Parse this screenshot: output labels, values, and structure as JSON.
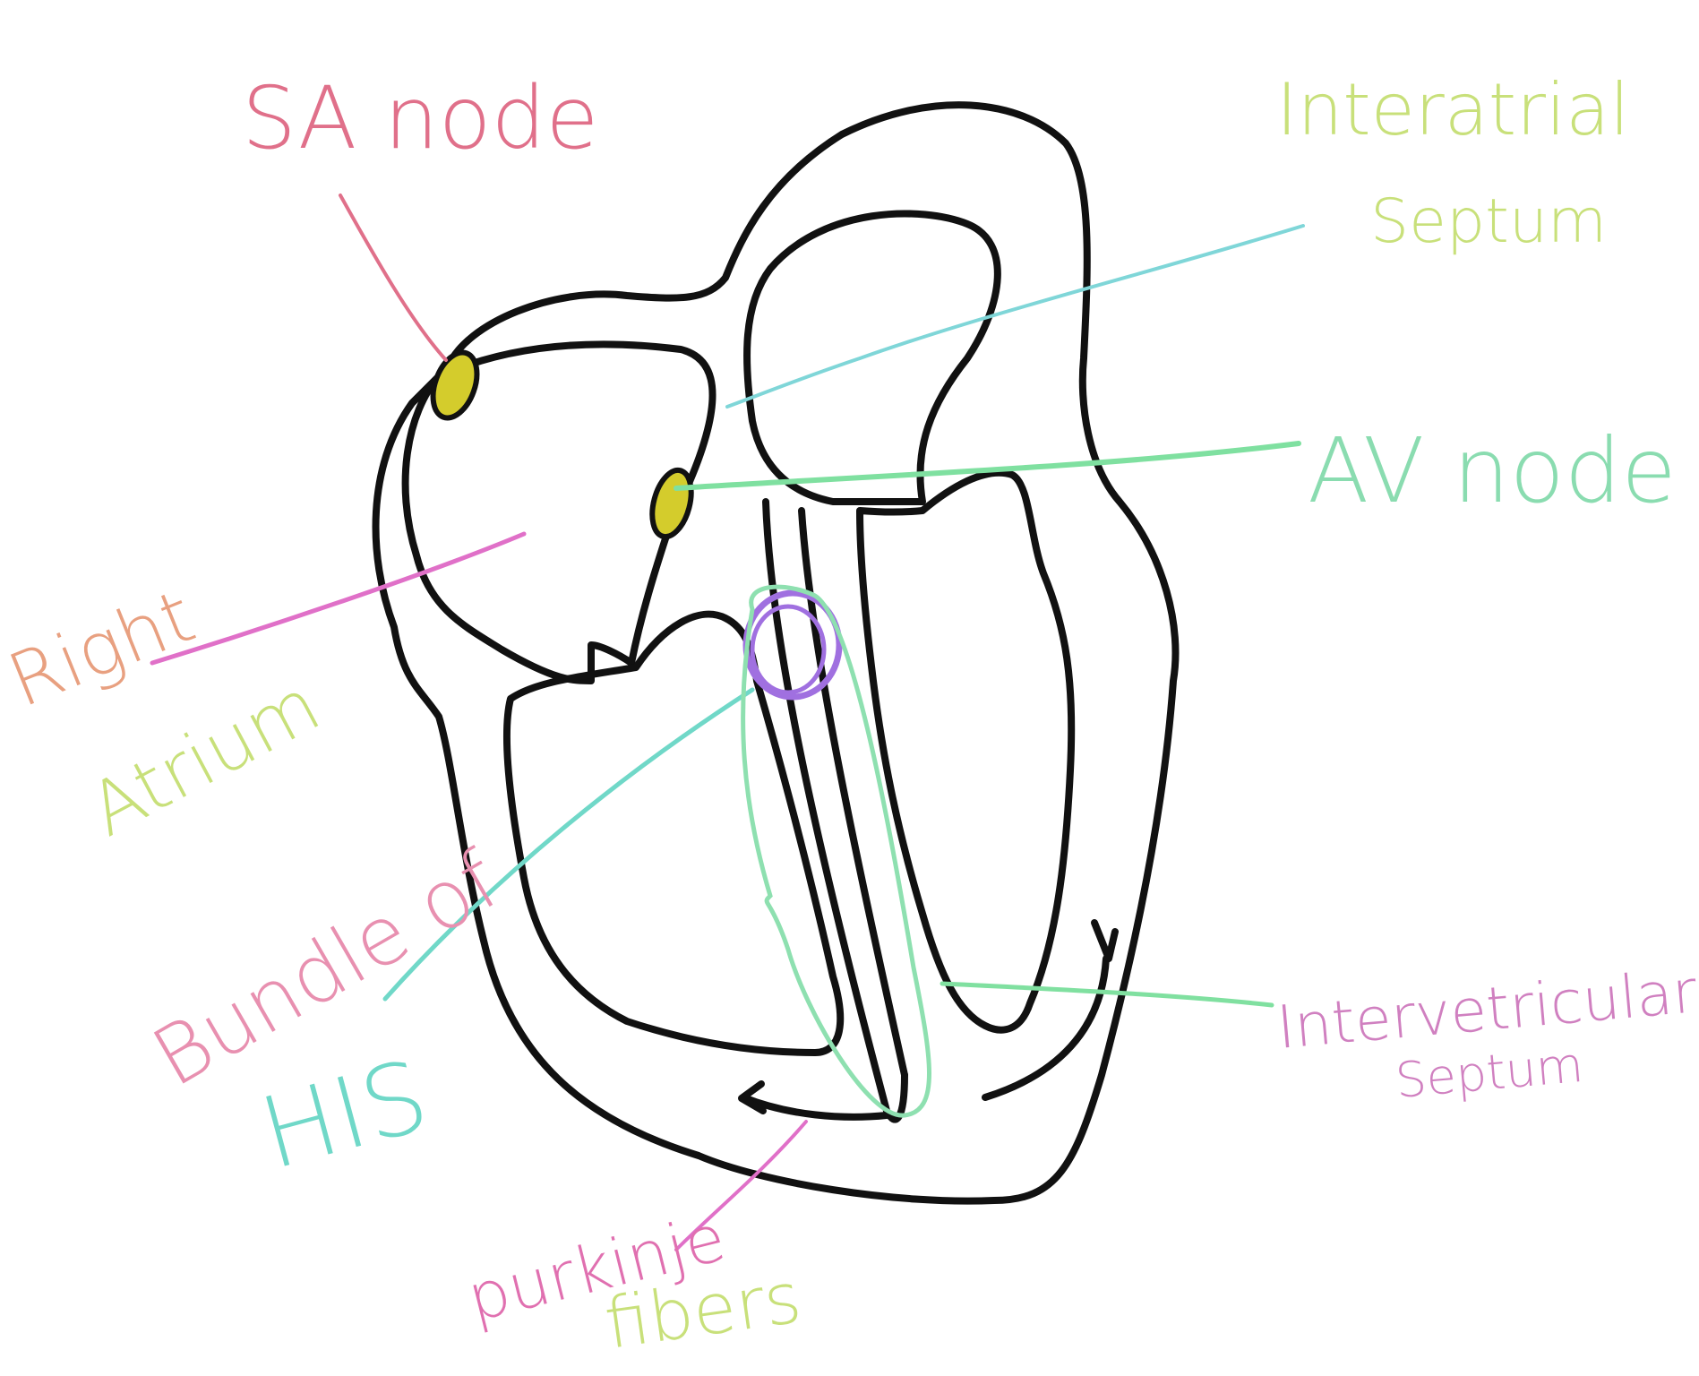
{
  "labels": {
    "sa_node": "SA node",
    "interatrial_line1": "Interatrial",
    "interatrial_line2": "Septum",
    "av_node": "AV node",
    "right_atrium_line1": "Right",
    "right_atrium_line2": "Atrium",
    "bundle_line1": "Bundle of",
    "bundle_line2": "HIS",
    "interventricular_line1": "Intervetricular",
    "interventricular_line2": "Septum",
    "purkinje_line1": "purkinje",
    "purkinje_line2": "fibers"
  },
  "colors": {
    "myocardium": "#e89a98",
    "chamber": "#d84a32",
    "node": "#d4cc2c",
    "outline": "#111111",
    "sa_label": "#e0708a",
    "interatrial_label": "#c8e07a",
    "av_label": "#8adcb0",
    "right_atrium_label": "#e8a080",
    "bundle_label": "#e890b0",
    "interventricular_label": "#d080c0",
    "purkinje_label": "#e070b0",
    "sa_pointer": "#e0708a",
    "interatrial_pointer": "#7fd6d8",
    "av_pointer": "#7fe0a0",
    "right_atrium_pointer": "#e070c8",
    "bundle_pointer": "#70d8c8",
    "bundle_circle": "#a070e0",
    "interventricular_pointer": "#80e0a0",
    "purkinje_pointer": "#e070c8",
    "purkinje_loop": "#8ee0b0"
  }
}
